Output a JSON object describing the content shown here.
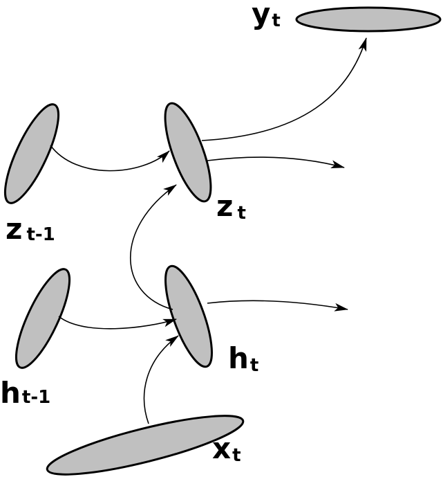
{
  "colors": {
    "node_fill": "#c0c0c0",
    "stroke": "#000000",
    "background": "#ffffff"
  },
  "nodes": {
    "y_t": {
      "main": "y",
      "sub": "t"
    },
    "z_prev": {
      "main": "z",
      "sub": "t-1"
    },
    "z_t": {
      "main": "z",
      "sub": "t"
    },
    "h_prev": {
      "main": "h",
      "sub": "t-1"
    },
    "h_t": {
      "main": "h",
      "sub": "t"
    },
    "x_t": {
      "main": "x",
      "sub": "t"
    }
  }
}
